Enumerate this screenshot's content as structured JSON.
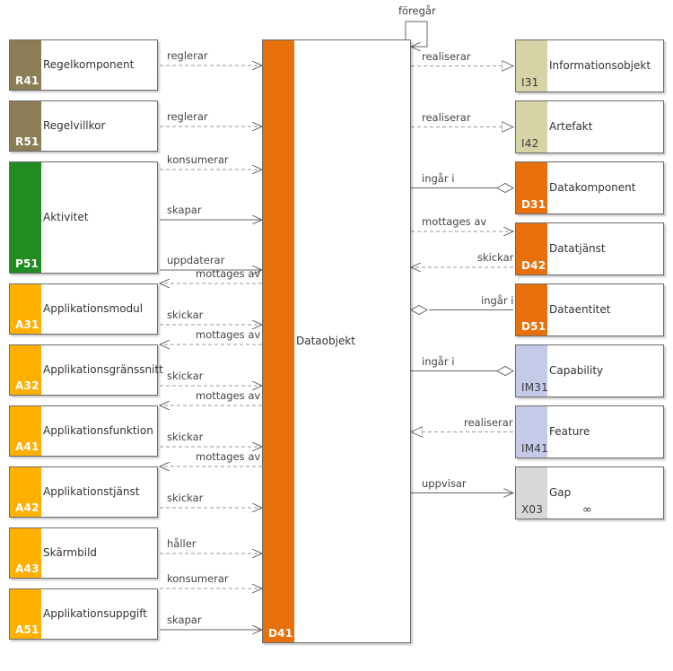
{
  "center": {
    "name": "Dataobjekt",
    "code": "D41",
    "color": "#e8700a"
  },
  "self_loop_label": "föregår",
  "left_elements": [
    {
      "code": "R41",
      "name": "Regelkomponent",
      "color": "#8b7d55",
      "relations": [
        {
          "label": "reglerar",
          "style": "dashed",
          "dir": "to_center"
        }
      ]
    },
    {
      "code": "R51",
      "name": "Regelvillkor",
      "color": "#8b7d55",
      "relations": [
        {
          "label": "reglerar",
          "style": "dashed",
          "dir": "to_center"
        }
      ]
    },
    {
      "code": "P51",
      "name": "Aktivitet",
      "color": "#228b22",
      "relations": [
        {
          "label": "konsumerar",
          "style": "dashed",
          "dir": "to_center"
        },
        {
          "label": "skapar",
          "style": "solid",
          "dir": "to_center"
        },
        {
          "label": "uppdaterar",
          "style": "solid",
          "dir": "to_center"
        }
      ]
    },
    {
      "code": "A31",
      "name": "Applikationsmodul",
      "color": "#ffb000",
      "relations": [
        {
          "label": "mottages av",
          "style": "dashed",
          "dir": "from_center"
        },
        {
          "label": "skickar",
          "style": "dashed",
          "dir": "to_center"
        }
      ]
    },
    {
      "code": "A32",
      "name": "Applikationsgränssnitt",
      "color": "#ffb000",
      "relations": [
        {
          "label": "mottages av",
          "style": "dashed",
          "dir": "from_center"
        },
        {
          "label": "skickar",
          "style": "dashed",
          "dir": "to_center"
        }
      ]
    },
    {
      "code": "A41",
      "name": "Applikationsfunktion",
      "color": "#ffb000",
      "relations": [
        {
          "label": "mottages av",
          "style": "dashed",
          "dir": "from_center"
        },
        {
          "label": "skickar",
          "style": "dashed",
          "dir": "to_center"
        }
      ]
    },
    {
      "code": "A42",
      "name": "Applikationstjänst",
      "color": "#ffb000",
      "relations": [
        {
          "label": "mottages av",
          "style": "dashed",
          "dir": "from_center"
        },
        {
          "label": "skickar",
          "style": "dashed",
          "dir": "to_center"
        }
      ]
    },
    {
      "code": "A43",
      "name": "Skärmbild",
      "color": "#ffb000",
      "relations": [
        {
          "label": "håller",
          "style": "dashed",
          "dir": "to_center"
        }
      ]
    },
    {
      "code": "A51",
      "name": "Applikationsuppgift",
      "color": "#ffb000",
      "relations": [
        {
          "label": "konsumerar",
          "style": "dashed",
          "dir": "to_center"
        },
        {
          "label": "skapar",
          "style": "solid",
          "dir": "to_center"
        }
      ]
    }
  ],
  "right_elements": [
    {
      "code": "I31",
      "name": "Informationsobjekt",
      "color": "#d6d3a6",
      "relations": [
        {
          "label": "realiserar",
          "style": "dashed",
          "type": "realization",
          "dir": "to_right"
        }
      ]
    },
    {
      "code": "I42",
      "name": "Artefakt",
      "color": "#d6d3a6",
      "relations": [
        {
          "label": "realiserar",
          "style": "dashed",
          "type": "realization",
          "dir": "to_right"
        }
      ]
    },
    {
      "code": "D31",
      "name": "Datakomponent",
      "color": "#e8700a",
      "relations": [
        {
          "label": "ingår i",
          "style": "solid",
          "type": "aggregation",
          "dir": "to_right"
        }
      ]
    },
    {
      "code": "D42",
      "name": "Datatjänst",
      "color": "#e8700a",
      "relations": [
        {
          "label": "mottages av",
          "style": "dashed",
          "type": "flow",
          "dir": "to_right"
        },
        {
          "label": "skickar",
          "style": "dashed",
          "type": "flow",
          "dir": "to_center"
        }
      ]
    },
    {
      "code": "D51",
      "name": "Dataentitet",
      "color": "#e8700a",
      "relations": [
        {
          "label": "ingår i",
          "style": "solid",
          "type": "aggregation",
          "dir": "to_center"
        }
      ]
    },
    {
      "code": "IM31",
      "name": "Capability",
      "color": "#c5cae9",
      "relations": [
        {
          "label": "ingår i",
          "style": "solid",
          "type": "aggregation",
          "dir": "to_right"
        }
      ]
    },
    {
      "code": "IM41",
      "name": "Feature",
      "color": "#c5cae9",
      "relations": [
        {
          "label": "realiserar",
          "style": "dashed",
          "type": "realization",
          "dir": "to_center"
        }
      ]
    },
    {
      "code": "X03",
      "name": "Gap",
      "color": "#d8d8d8",
      "icon": "gap-icon",
      "relations": [
        {
          "label": "uppvisar",
          "style": "solid",
          "type": "association",
          "dir": "to_right"
        }
      ]
    }
  ]
}
